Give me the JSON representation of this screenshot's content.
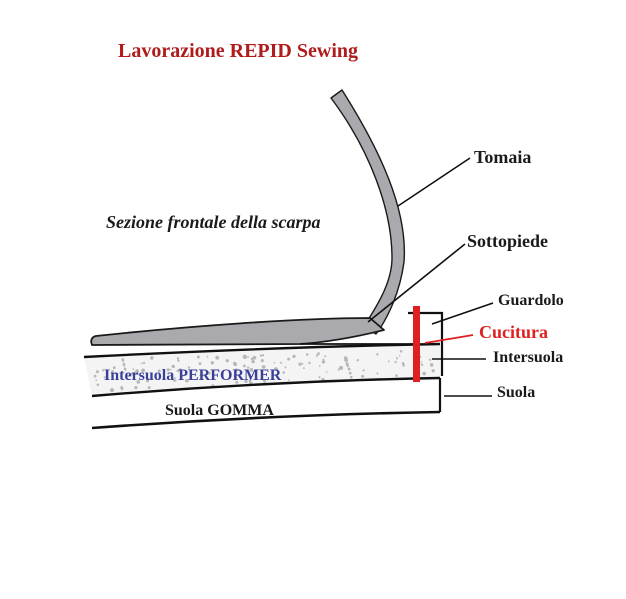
{
  "title": "Lavorazione REPID Sewing",
  "section_caption": "Sezione frontale della scarpa",
  "labels": {
    "tomaia": "Tomaia",
    "sottopiede": "Sottopiede",
    "guardolo": "Guardolo",
    "cucitura": "Cucitura",
    "intersuola": "Intersuola",
    "suola": "Suola",
    "intersuola_performer": "Intersuola PERFORMER",
    "suola_gomma": "Suola GOMMA"
  },
  "colors": {
    "title": "#b01c1c",
    "cucitura": "#e02020",
    "performer": "#3a3f9a",
    "upper_fill": "#a9a9ae",
    "line": "#111111",
    "speckle": "#b8b8b8"
  }
}
